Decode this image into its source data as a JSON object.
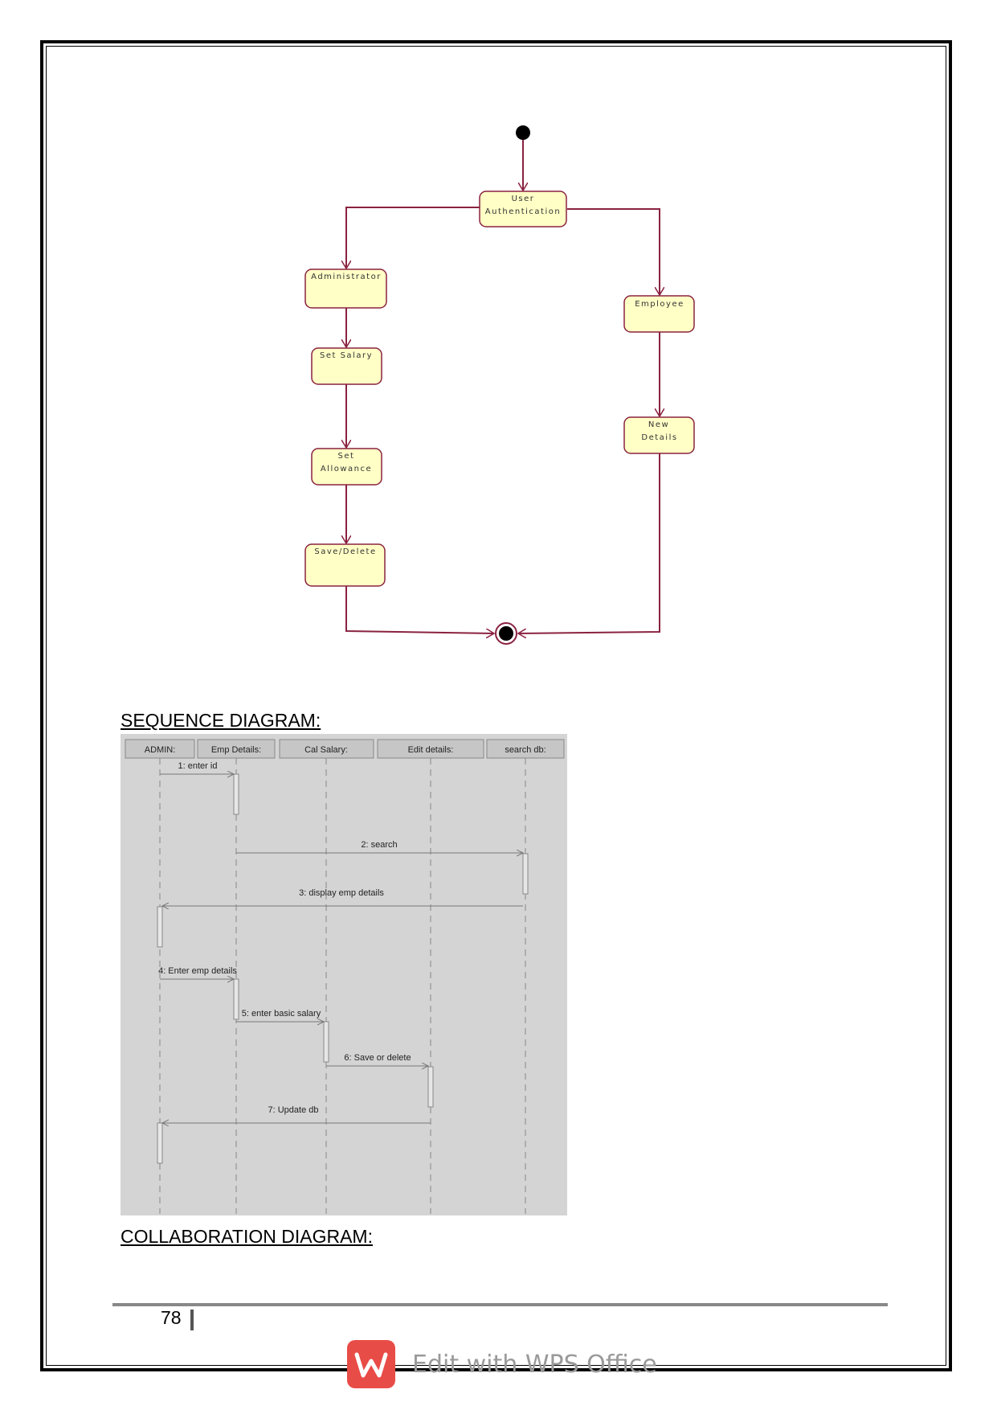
{
  "activity_diagram": {
    "states": {
      "user_auth": [
        "User",
        "Authentication"
      ],
      "administrator": [
        "Administrator"
      ],
      "set_salary": [
        "Set Salary"
      ],
      "set_allowance": [
        "Set",
        "Allowance"
      ],
      "save_delete": [
        "Save/Delete"
      ],
      "employee": [
        "Employee"
      ],
      "new_details": [
        "New",
        "Details"
      ]
    }
  },
  "sequence_heading": "SEQUENCE DIAGRAM:",
  "sequence_diagram": {
    "lifelines": [
      "ADMIN:",
      "Emp Details:",
      "Cal Salary:",
      "Edit details:",
      "search db:"
    ],
    "messages": [
      "1: enter id",
      "2: search",
      "3: display emp details",
      "4: Enter emp details",
      "5: enter basic salary",
      "6: Save or delete",
      "7: Update db"
    ]
  },
  "collaboration_heading": "COLLABORATION DIAGRAM:",
  "footer": {
    "page_number": "78",
    "watermark_text": "Edit with WPS Office",
    "watermark_logo": "W"
  },
  "colors": {
    "state_fill": "#ffffc6",
    "state_border": "#8a2240",
    "arrow": "#8a2240",
    "sequence_bg": "#d4d4d4"
  }
}
